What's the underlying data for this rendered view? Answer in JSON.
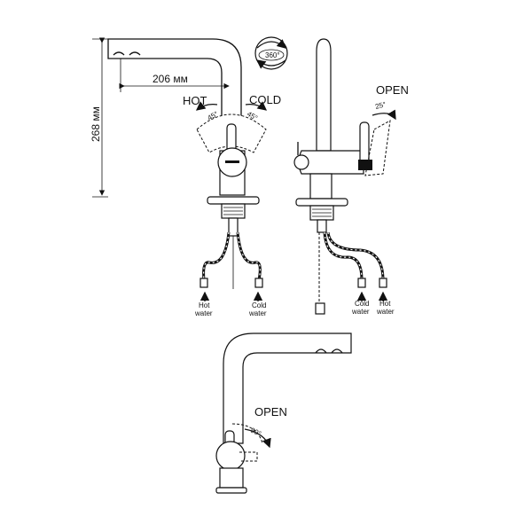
{
  "dimensions": {
    "reach": "206 мм",
    "height": "268 мм"
  },
  "front_view": {
    "hot_label": "HOT",
    "cold_label": "COLD",
    "hot_angle": "45°",
    "cold_angle": "45°",
    "left_supply": {
      "line1": "Hot",
      "line2": "water"
    },
    "right_supply": {
      "line1": "Cold",
      "line2": "water"
    }
  },
  "rotation": {
    "angle": "360°"
  },
  "side_view": {
    "open_label": "OPEN",
    "open_angle": "25°",
    "left_supply": {
      "line1": "Cold",
      "line2": "water"
    },
    "right_supply": {
      "line1": "Hot",
      "line2": "water"
    }
  },
  "bottom_view": {
    "open_label": "OPEN",
    "open_angle": "90°"
  },
  "colors": {
    "line": "#111111",
    "background": "#ffffff"
  }
}
